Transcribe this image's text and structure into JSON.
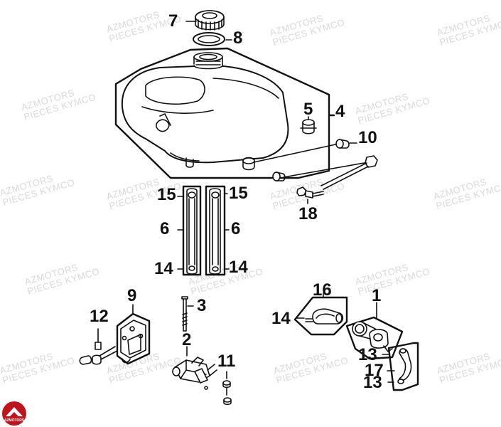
{
  "watermark": {
    "line1": "AZMOTORS",
    "line2": "PIECES KYMCO"
  },
  "logo": {
    "text": "AZMOTORS",
    "color": "#c0141c"
  },
  "colors": {
    "line": "#111111",
    "watermark": "#d9d9d9"
  },
  "callouts": {
    "c7": "7",
    "c8": "8",
    "c4": "4",
    "c5": "5",
    "c10": "10",
    "c15a": "15",
    "c15b": "15",
    "c6a": "6",
    "c6b": "6",
    "c14a": "14",
    "c14b": "14",
    "c18": "18",
    "c9": "9",
    "c3": "3",
    "c12": "12",
    "c16": "16",
    "c14c": "14",
    "c1": "1",
    "c2": "2",
    "c11": "11",
    "c13a": "13",
    "c17": "17",
    "c13b": "13"
  }
}
